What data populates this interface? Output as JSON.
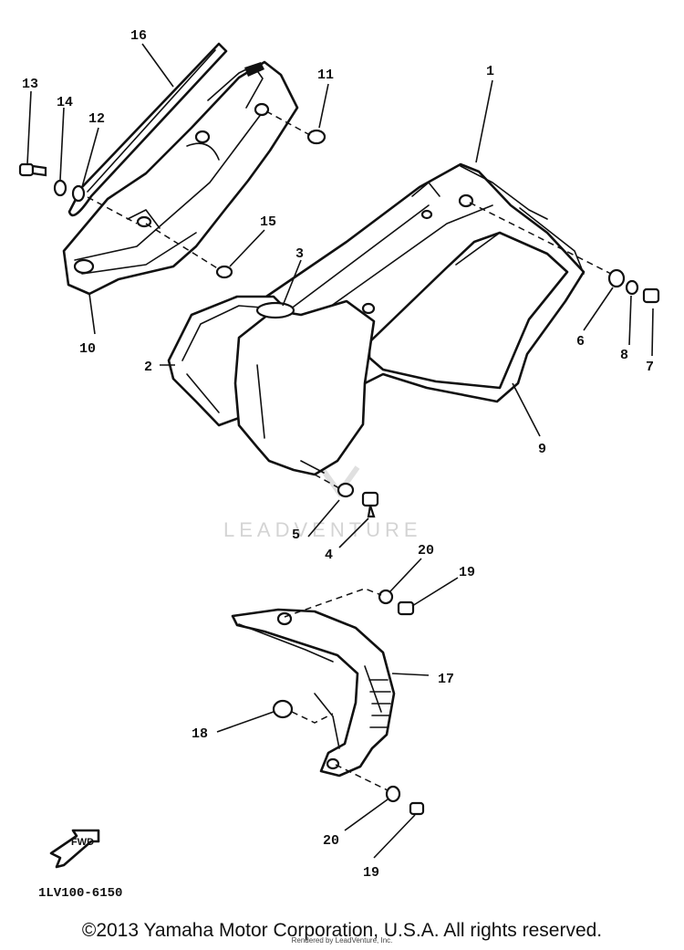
{
  "diagram": {
    "callouts": [
      {
        "id": "c1",
        "label": "1"
      },
      {
        "id": "c2",
        "label": "2"
      },
      {
        "id": "c3",
        "label": "3"
      },
      {
        "id": "c4",
        "label": "4"
      },
      {
        "id": "c5",
        "label": "5"
      },
      {
        "id": "c6",
        "label": "6"
      },
      {
        "id": "c7",
        "label": "7"
      },
      {
        "id": "c8",
        "label": "8"
      },
      {
        "id": "c9",
        "label": "9"
      },
      {
        "id": "c10",
        "label": "10"
      },
      {
        "id": "c11",
        "label": "11"
      },
      {
        "id": "c12",
        "label": "12"
      },
      {
        "id": "c13",
        "label": "13"
      },
      {
        "id": "c14",
        "label": "14"
      },
      {
        "id": "c15",
        "label": "15"
      },
      {
        "id": "c16",
        "label": "16"
      },
      {
        "id": "c17",
        "label": "17"
      },
      {
        "id": "c18",
        "label": "18"
      },
      {
        "id": "c19a",
        "label": "19"
      },
      {
        "id": "c20a",
        "label": "20"
      },
      {
        "id": "c19b",
        "label": "19"
      },
      {
        "id": "c20b",
        "label": "20"
      }
    ],
    "drawing_code": "1LV100-6150",
    "fwd_label": "FWD",
    "watermark": "LEADVENTURE"
  },
  "footer": {
    "copyright": "©2013 Yamaha Motor Corporation, U.S.A. All rights reserved.",
    "renderer": "Rendered by LeadVenture, Inc."
  }
}
